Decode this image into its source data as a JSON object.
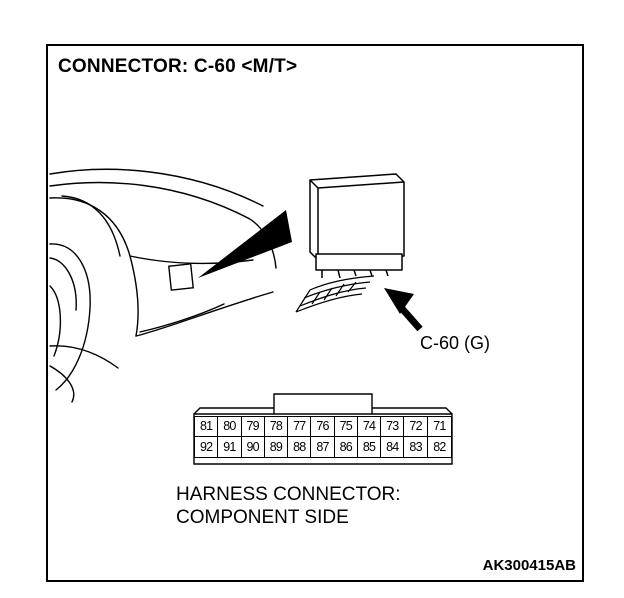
{
  "figure": {
    "title": "CONNECTOR: C-60 <M/T>",
    "callout_label": "C-60 (G)",
    "caption_lines": [
      "HARNESS CONNECTOR:",
      "COMPONENT SIDE"
    ],
    "code": "AK300415AB"
  },
  "connector": {
    "pin_rows": [
      [
        "81",
        "80",
        "79",
        "78",
        "77",
        "76",
        "75",
        "74",
        "73",
        "72",
        "71"
      ],
      [
        "92",
        "91",
        "90",
        "89",
        "88",
        "87",
        "86",
        "85",
        "84",
        "83",
        "82"
      ]
    ]
  }
}
